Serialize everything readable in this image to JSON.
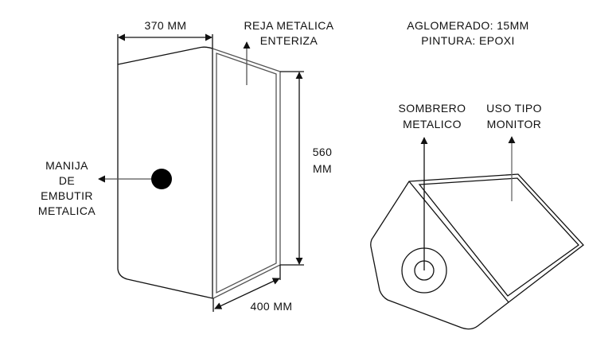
{
  "labels": {
    "width_dim": "370 MM",
    "grille": [
      "REJA METALICA",
      "ENTERIZA"
    ],
    "specs": [
      "AGLOMERADO: 15MM",
      "PINTURA: EPOXI"
    ],
    "height_dim": [
      "560",
      "MM"
    ],
    "handle": [
      "MANIJA",
      "DE",
      "EMBUTIR",
      "METALICA"
    ],
    "depth_dim": "400 MM",
    "hat": [
      "SOMBRERO",
      "METALICO"
    ],
    "usage": [
      "USO TIPO",
      "MONITOR"
    ]
  }
}
